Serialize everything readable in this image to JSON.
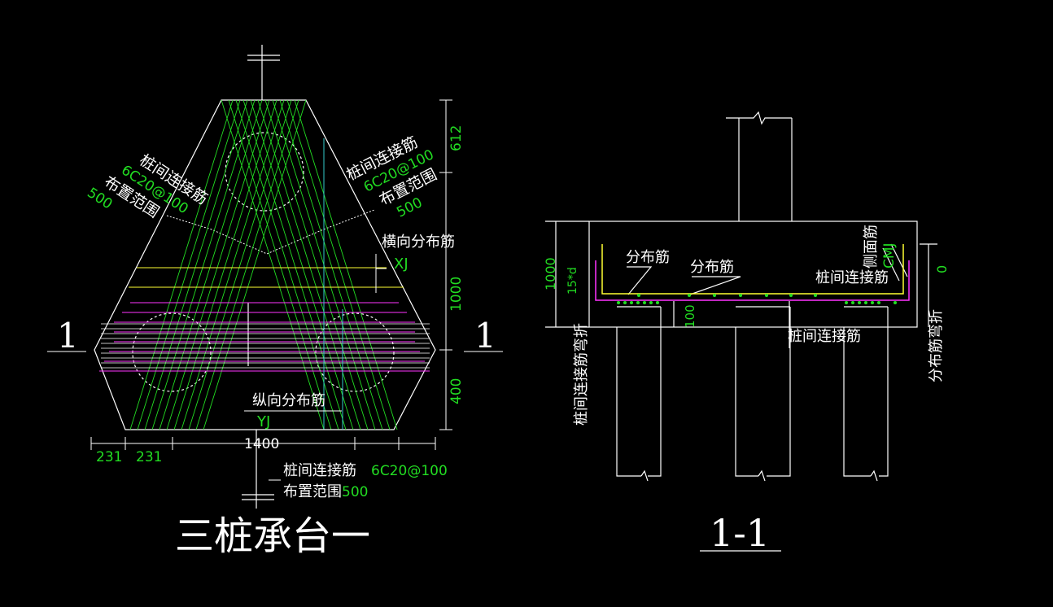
{
  "colors": {
    "background": "#000000",
    "outline": "#ffffff",
    "rebar_green": "#22dd22",
    "distribution_yellow": "#ffff33",
    "distribution_magenta": "#ff33ff",
    "cyan": "#33cccc"
  },
  "plan": {
    "title": "三桩承台一",
    "section_mark_left": "1",
    "section_mark_right": "1",
    "upper_left_label": {
      "name": "桩间连接筋",
      "spec": "6C20@100",
      "range_label": "布置范围",
      "range_value": "500"
    },
    "upper_right_label": {
      "name": "桩间连接筋",
      "spec": "6C20@100",
      "range_label": "布置范围",
      "range_value": "500"
    },
    "transverse_label": "横向分布筋",
    "transverse_code": "XJ",
    "longitudinal_label": "纵向分布筋",
    "longitudinal_code": "YJ",
    "bottom_label": {
      "name": "桩间连接筋",
      "spec": "6C20@100",
      "range_label": "布置范围",
      "range_value": "500"
    },
    "dims_vertical": [
      "612",
      "1000",
      "400"
    ],
    "dims_horizontal": [
      "231",
      "231",
      "1400"
    ]
  },
  "section": {
    "title": "1-1",
    "label_dist1": "分布筋",
    "label_dist2": "分布筋",
    "label_side": "侧面筋",
    "label_side_code": "CMJ",
    "label_conn_top": "桩间连接筋",
    "label_conn_bottom": "桩间连接筋",
    "label_left_vertical": "桩间连接筋弯折",
    "label_right_vertical": "分布筋弯折",
    "dim_height": "1000",
    "dim_15d": "15*d",
    "dim_100": "100",
    "dim_0": "0"
  }
}
